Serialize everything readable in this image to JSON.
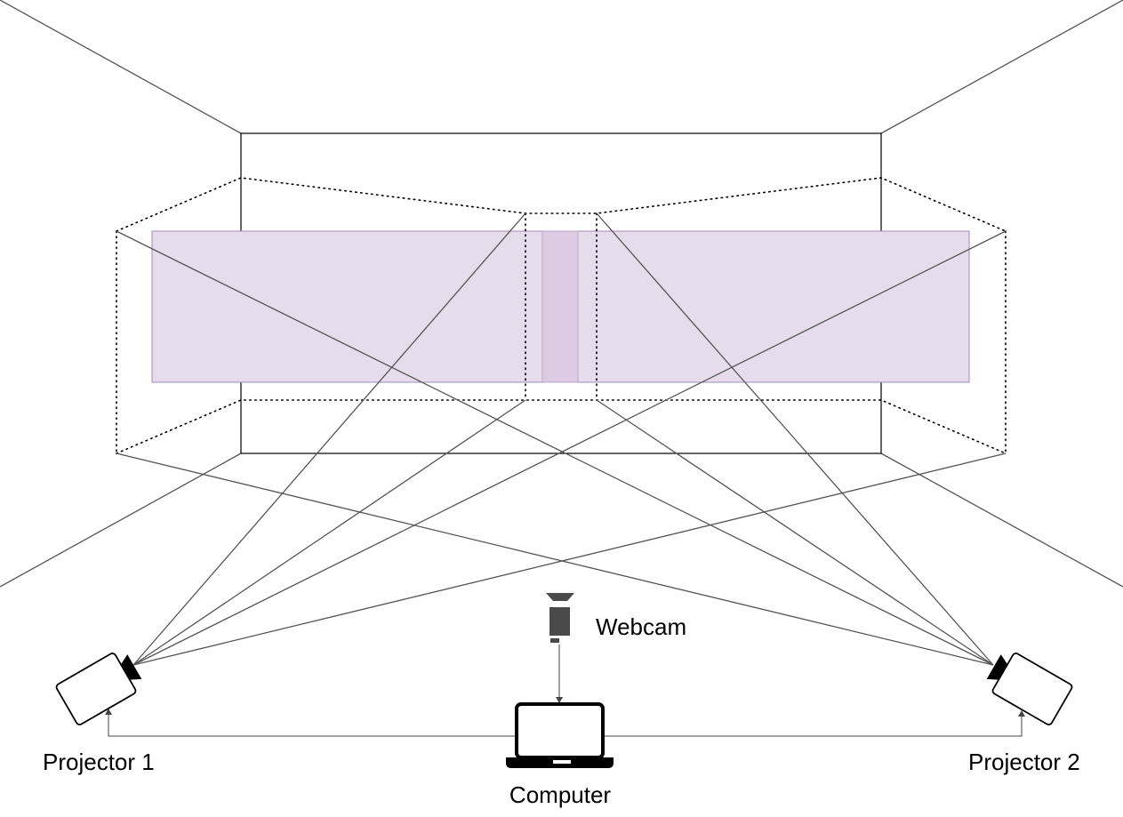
{
  "labels": {
    "webcam": "Webcam",
    "computer": "Computer",
    "projector_1": "Projector 1",
    "projector_2": "Projector 2"
  },
  "colors": {
    "projection_fill": "#e6dcec",
    "projection_overlap": "#dccbe2",
    "projection_stroke": "#a08bb8",
    "line": "#555555",
    "device_dark": "#4a4a4a"
  },
  "icons": {
    "webcam": "webcam-icon",
    "computer": "laptop-icon",
    "projector_1": "projector-icon",
    "projector_2": "projector-icon"
  }
}
